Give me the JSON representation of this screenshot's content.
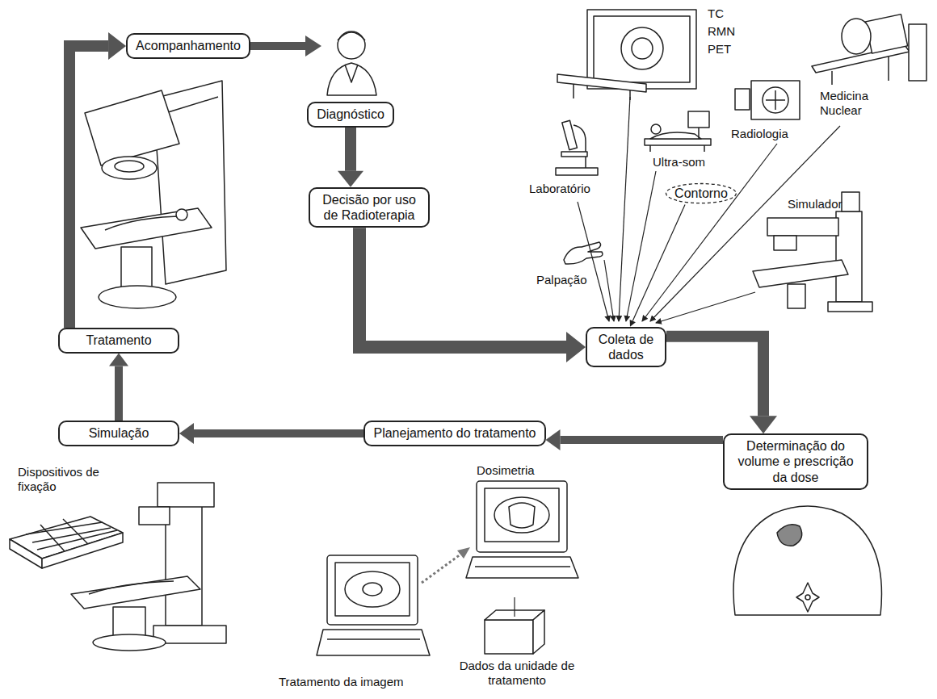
{
  "diagram": {
    "nodes": [
      {
        "text": [
          "Acompanhamento"
        ]
      },
      {
        "text": [
          "Diagnóstico"
        ]
      },
      {
        "text": [
          "Decisão por uso de Radioterapia"
        ]
      },
      {
        "text": [
          "Coleta de dados"
        ]
      },
      {
        "text": [
          "Determinação do volume e prescrição da dose"
        ]
      },
      {
        "text": [
          "Planejamento do tratamento"
        ]
      },
      {
        "text": [
          "Simulação"
        ]
      },
      {
        "text": [
          "Tratamento"
        ]
      },
      {
        "text": [
          "Contorno"
        ]
      }
    ],
    "edges": [
      {
        "from": 7,
        "to": 0,
        "arrow": "to"
      },
      {
        "from": 1,
        "to": 2,
        "arrow": "to"
      },
      {
        "from": 2,
        "to": 3,
        "arrow": "to"
      },
      {
        "from": 3,
        "to": 4,
        "arrow": "to"
      },
      {
        "from": 4,
        "to": 5,
        "arrow": "to"
      },
      {
        "from": 5,
        "to": 6,
        "arrow": "to"
      },
      {
        "from": 6,
        "to": 7,
        "arrow": "to"
      },
      {
        "from": 8,
        "to": 3,
        "arrow": "to"
      }
    ],
    "labels": [
      "TC",
      "RMN",
      "PET",
      "Medicina Nuclear",
      "Radiologia",
      "Laboratório",
      "Ultra-som",
      "Simulador",
      "Palpação",
      "Dispositivos de fixação",
      "Dosimetria",
      "Tratamento da imagem",
      "Dados da unidade de tratamento"
    ]
  }
}
